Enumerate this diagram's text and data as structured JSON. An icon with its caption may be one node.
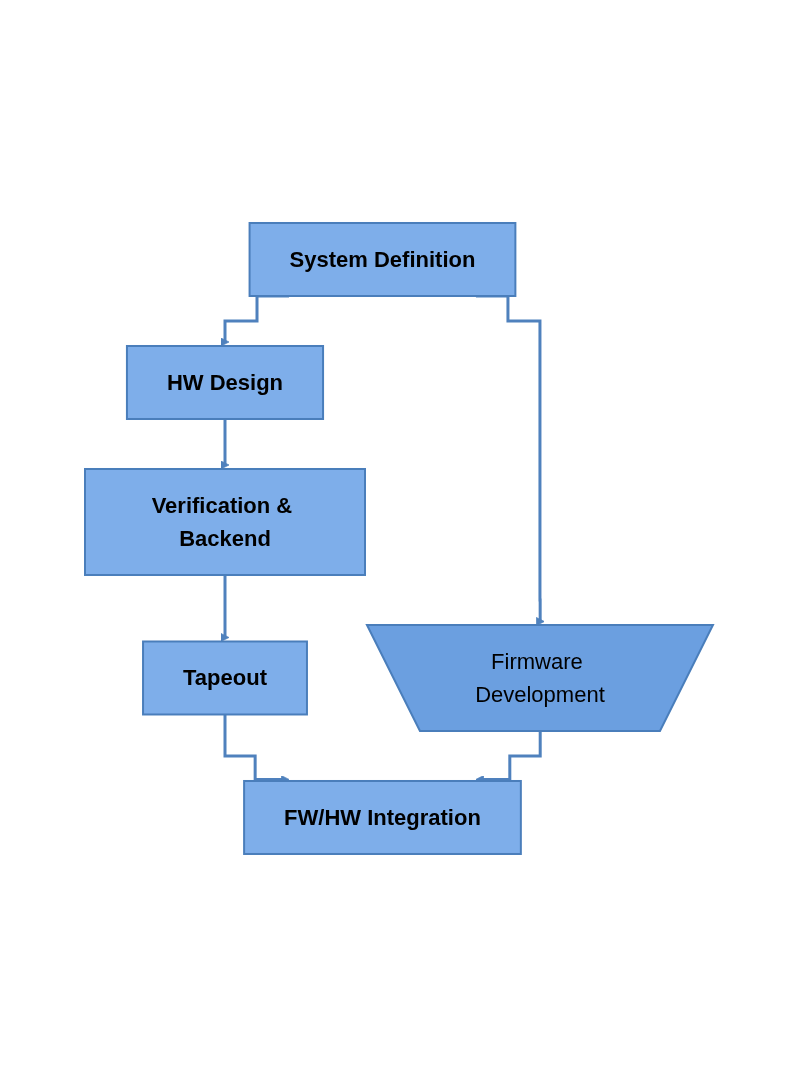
{
  "diagram": {
    "nodes": [
      {
        "text": [
          "System Definition"
        ]
      },
      {
        "text": [
          "HW Design"
        ]
      },
      {
        "text": [
          "Firmware Development"
        ]
      },
      {
        "text": [
          "Verification & Backend"
        ]
      },
      {
        "text": [
          "Tapeout"
        ]
      },
      {
        "text": [
          "FW/HW Integration"
        ]
      }
    ],
    "edges": [
      {
        "from": 0,
        "to": 1,
        "arrow": "to"
      },
      {
        "from": 0,
        "to": 2,
        "arrow": "to"
      },
      {
        "from": 1,
        "to": 3,
        "arrow": "to"
      },
      {
        "from": 3,
        "to": 4,
        "arrow": "to"
      },
      {
        "from": 4,
        "to": 5,
        "arrow": "to"
      },
      {
        "from": 2,
        "to": 5,
        "arrow": "to"
      }
    ]
  }
}
